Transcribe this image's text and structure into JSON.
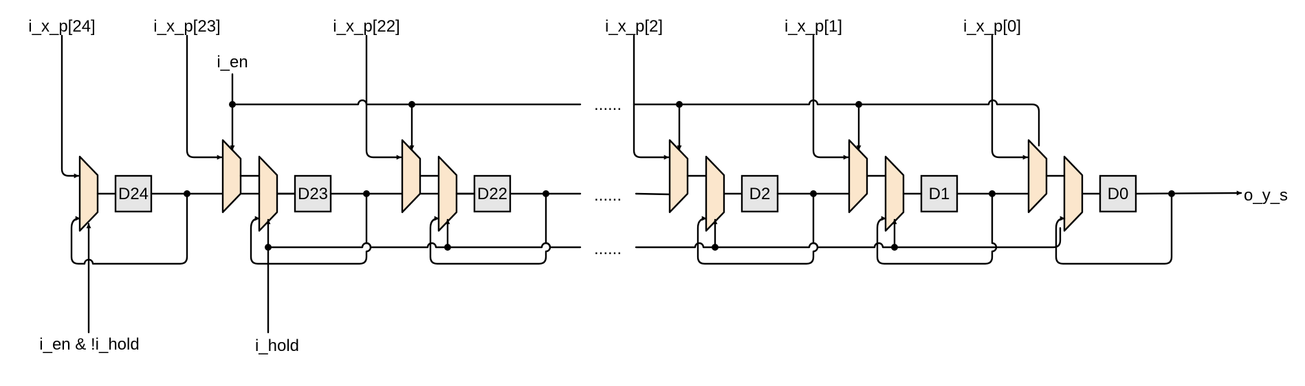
{
  "inputs": {
    "x24": "i_x_p[24]",
    "x23": "i_x_p[23]",
    "x22": "i_x_p[22]",
    "x2": "i_x_p[2]",
    "x1": "i_x_p[1]",
    "x0": "i_x_p[0]",
    "en": "i_en",
    "en_hold": "i_en & !i_hold",
    "hold": "i_hold"
  },
  "output": "o_y_s",
  "registers": [
    "D24",
    "D23",
    "D22",
    "D2",
    "D1",
    "D0"
  ],
  "ellipsis": "......"
}
